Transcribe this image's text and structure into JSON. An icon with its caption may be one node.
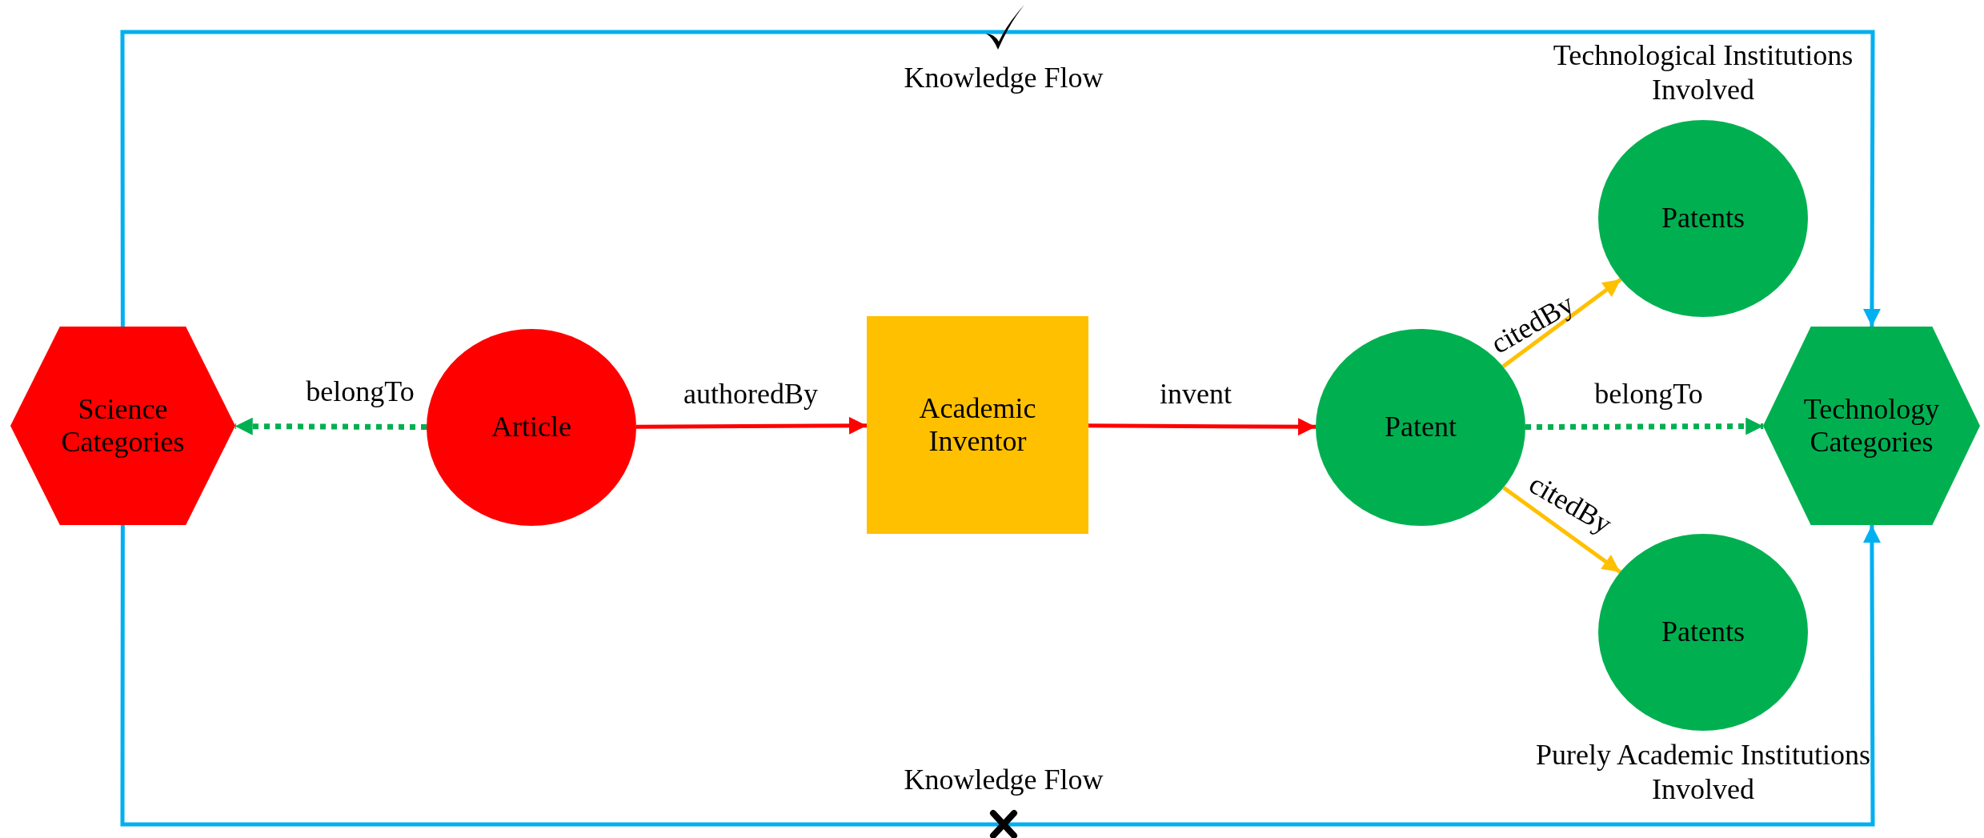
{
  "diagram": {
    "nodes": [
      {
        "text": [
          "Science Categories"
        ]
      },
      {
        "text": [
          "Article"
        ]
      },
      {
        "text": [
          "Academic Inventor"
        ]
      },
      {
        "text": [
          "Patent"
        ]
      },
      {
        "text": [
          "Patents"
        ],
        "beside": [
          "Technological Institutions Involved"
        ]
      },
      {
        "text": [
          "Patents"
        ],
        "beside": [
          "Purely Academic Institutions Involved"
        ]
      },
      {
        "text": [
          "Technology Categories"
        ]
      }
    ],
    "edges": [
      {
        "from": 1,
        "to": 0,
        "arrow": "to",
        "label": "belongTo",
        "style": "dashed",
        "color": "#00b050"
      },
      {
        "from": 1,
        "to": 2,
        "arrow": "to",
        "label": "authoredBy",
        "color": "#ff0000"
      },
      {
        "from": 2,
        "to": 3,
        "arrow": "to",
        "label": "invent",
        "color": "#ff0000"
      },
      {
        "from": 3,
        "to": 4,
        "arrow": "to",
        "label": "citedBy",
        "color": "#ffc000"
      },
      {
        "from": 3,
        "to": 6,
        "arrow": "to",
        "label": "belongTo",
        "style": "dashed",
        "color": "#00b050"
      },
      {
        "from": 3,
        "to": 5,
        "arrow": "to",
        "label": "citedBy",
        "color": "#ffc000"
      },
      {
        "from": 0,
        "to": 6,
        "arrow": "to",
        "label": "Knowledge Flow",
        "color": "#00b0f0"
      },
      {
        "from": 0,
        "to": 6,
        "arrow": "to",
        "label": "Knowledge Flow",
        "color": "#00b0f0"
      }
    ]
  }
}
